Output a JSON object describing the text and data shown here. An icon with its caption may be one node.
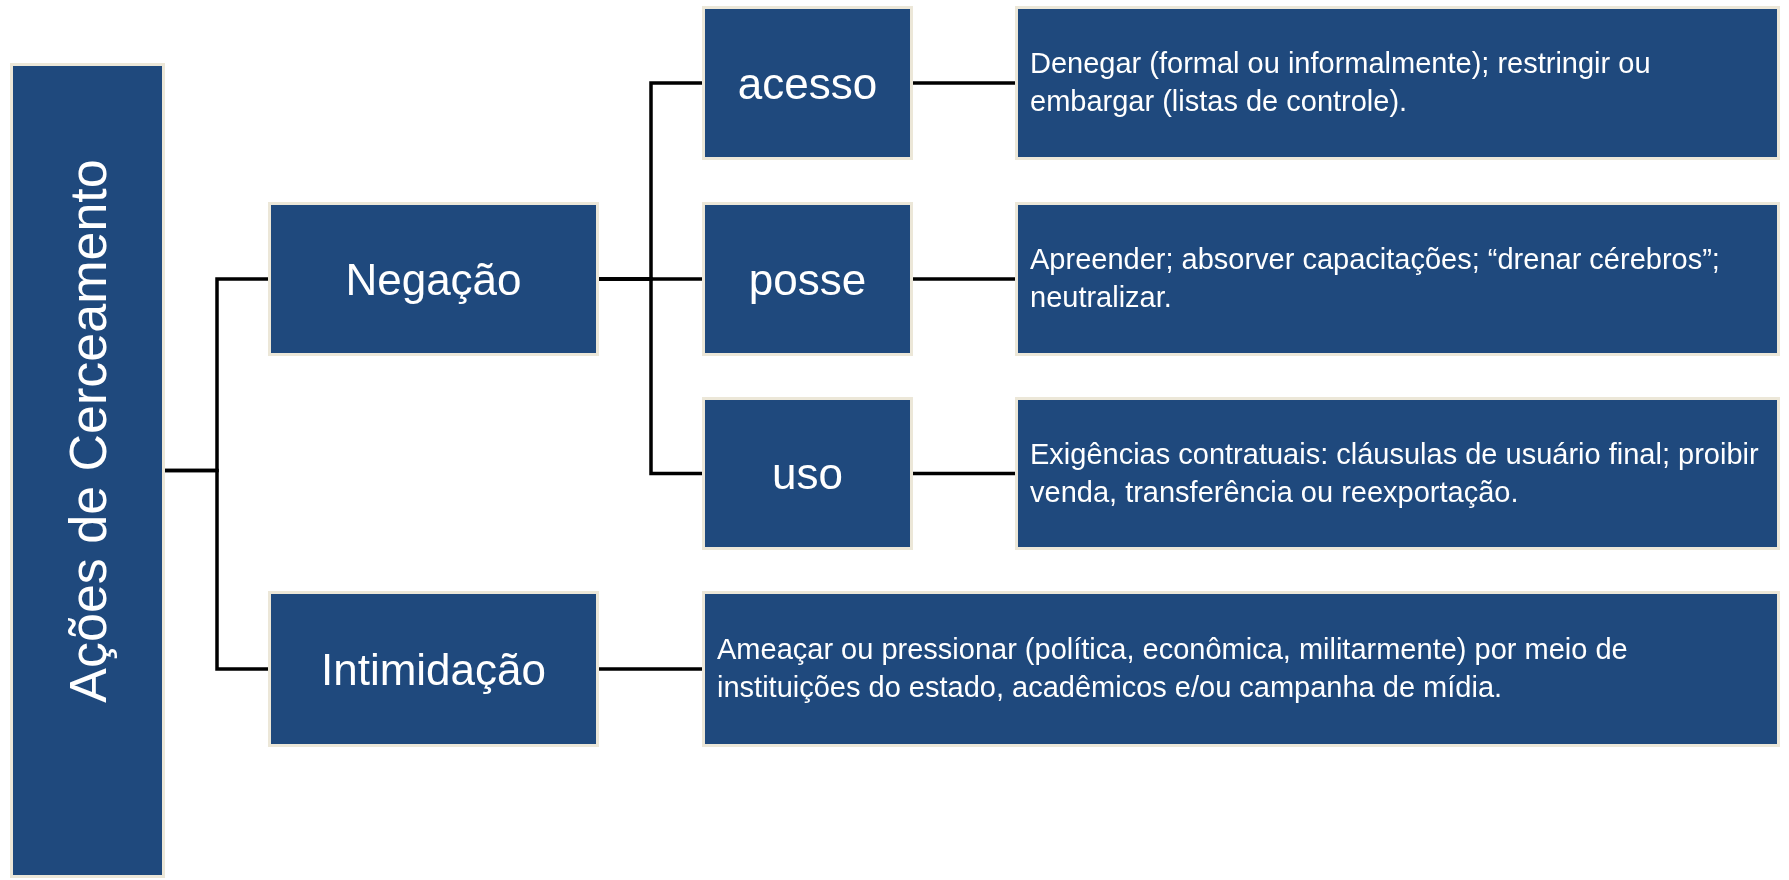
{
  "diagram": {
    "nodes": [
      {
        "text": [
          "Ações de Cerceamento"
        ]
      },
      {
        "text": [
          "Negação"
        ]
      },
      {
        "text": [
          "Intimidação"
        ]
      },
      {
        "text": [
          "acesso"
        ]
      },
      {
        "text": [
          "posse"
        ]
      },
      {
        "text": [
          "uso"
        ]
      },
      {
        "text": [
          "Denegar (formal ou informalmente); restringir ou embargar (listas de controle)."
        ]
      },
      {
        "text": [
          "Apreender; absorver capacitações; “drenar cérebros”; neutralizar."
        ]
      },
      {
        "text": [
          "Exigências contratuais: cláusulas de usuário final; proibir venda, transferência ou reexportação."
        ]
      },
      {
        "text": [
          "Ameaçar ou pressionar (política, econômica, militarmente) por meio de instituições do estado, acadêmicos e/ou campanha de mídia."
        ]
      }
    ],
    "edges": [
      {
        "from": 0,
        "to": 1,
        "arrow": "none"
      },
      {
        "from": 0,
        "to": 2,
        "arrow": "none"
      },
      {
        "from": 1,
        "to": 3,
        "arrow": "none"
      },
      {
        "from": 1,
        "to": 4,
        "arrow": "none"
      },
      {
        "from": 1,
        "to": 5,
        "arrow": "none"
      },
      {
        "from": 3,
        "to": 6,
        "arrow": "none"
      },
      {
        "from": 4,
        "to": 7,
        "arrow": "none"
      },
      {
        "from": 5,
        "to": 8,
        "arrow": "none"
      },
      {
        "from": 2,
        "to": 9,
        "arrow": "none"
      }
    ]
  }
}
